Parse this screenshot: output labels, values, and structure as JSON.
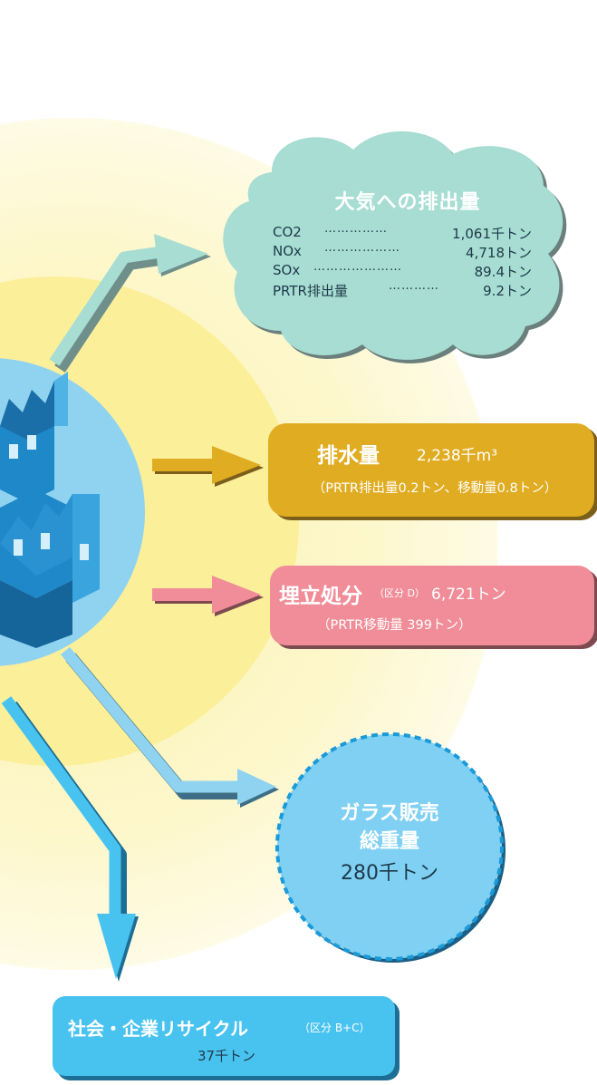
{
  "air": {
    "title": "大気への排出量",
    "rows": [
      {
        "label": "CO2",
        "dots": "……………",
        "value": "1,061千トン"
      },
      {
        "label": "NOx",
        "dots": "………………",
        "value": "4,718トン"
      },
      {
        "label": "SOx",
        "dots": "…………………",
        "value": "89.4トン"
      },
      {
        "label": "PRTR排出量",
        "dots": "…………",
        "value": "9.2トン"
      }
    ]
  },
  "water": {
    "title": "排水量",
    "value": "2,238千m³",
    "sub": "（PRTR排出量0.2トン、移動量0.8トン）"
  },
  "landfill": {
    "title": "埋立処分",
    "category": "（区分 D）",
    "value": "6,721トン",
    "sub": "（PRTR移動量 399トン）"
  },
  "glass": {
    "title_line1": "ガラス販売",
    "title_line2": "総重量",
    "value": "280千トン"
  },
  "recycle": {
    "title": "社会・企業リサイクル",
    "category": "（区分 B+C）",
    "value": "37千トン"
  },
  "colors": {
    "outer_glow": "#fdf6c4",
    "inner_glow": "#fbf09a",
    "factory_circle": "#8fd3f0",
    "air_cloud": "#a7ddd2",
    "air_arrow": "#a7ddd2",
    "water_box": "#e0ac22",
    "landfill_box": "#f08d98",
    "glass_circle": "#7fd0f2",
    "recycle_box": "#48c3ef",
    "factory": "#1b7fbf"
  }
}
